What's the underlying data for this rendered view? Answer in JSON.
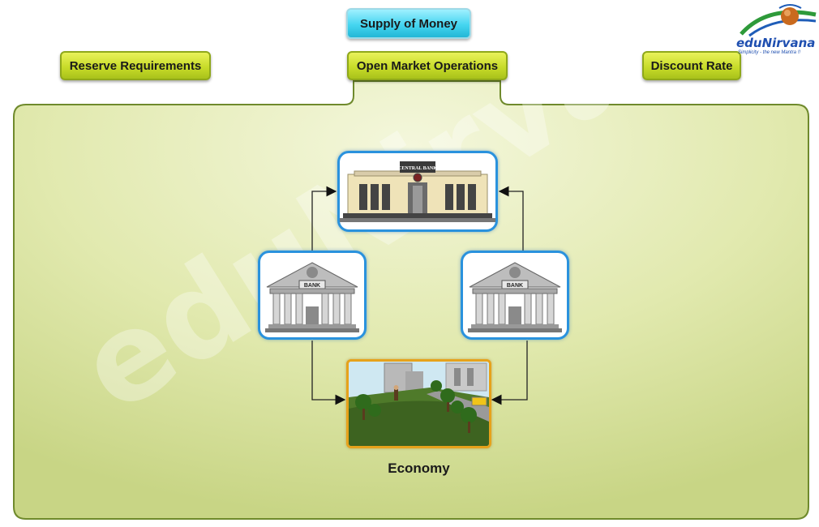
{
  "title_button": {
    "label": "Supply of Money"
  },
  "tabs": [
    {
      "label": "Reserve Requirements"
    },
    {
      "label": "Open Market Operations",
      "active": true
    },
    {
      "label": "Discount Rate"
    }
  ],
  "diagram": {
    "central_bank_sign": "CENTRAL BANK",
    "bank_sign_left": "BANK",
    "bank_sign_right": "BANK",
    "economy_label": "Economy"
  },
  "logo": {
    "name": "eduNirvana",
    "tagline": "Simplicity - the new Mantra !!"
  },
  "watermark": "eduNirvana",
  "colors": {
    "tab_green": "#c8dc2a",
    "title_cyan": "#45d5f0",
    "card_border_blue": "#2a92dd",
    "card_border_orange": "#e6a21b",
    "panel_fill": "#d8e39c"
  }
}
